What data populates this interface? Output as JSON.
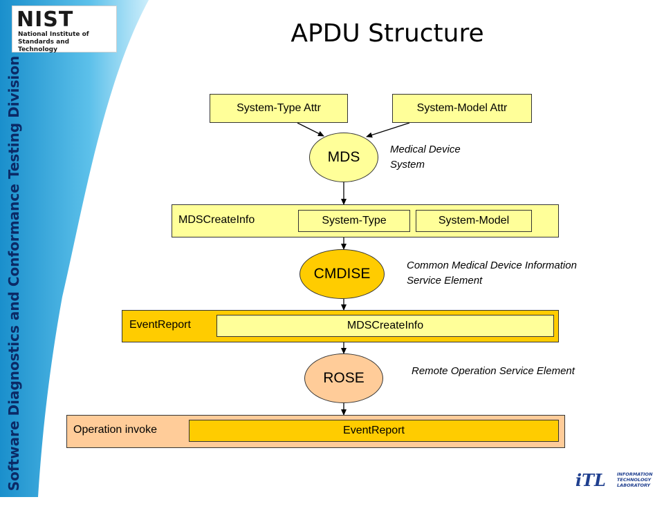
{
  "sidebar": {
    "title": "Software Diagnostics and Conformance Testing Division"
  },
  "logo": {
    "nist": "NIST",
    "nist_subtitle": "National Institute of Standards and Technology",
    "itl_mark": "iTL",
    "itl_words": "INFORMATION TECHNOLOGY LABORATORY"
  },
  "title": "APDU Structure",
  "diagram": {
    "system_type_attr": "System-Type Attr",
    "system_model_attr": "System-Model Attr",
    "mds": "MDS",
    "mds_note": "Medical Device System",
    "mds_create_info_label": "MDSCreateInfo",
    "system_type": "System-Type",
    "system_model": "System-Model",
    "cmdise": "CMDISE",
    "cmdise_note": "Common Medical Device Information Service Element",
    "event_report_label": "EventReport",
    "event_report_inner": "MDSCreateInfo",
    "rose": "ROSE",
    "rose_note": "Remote Operation Service Element",
    "operation_invoke_label": "Operation invoke",
    "operation_invoke_inner": "EventReport"
  },
  "colors": {
    "navy": "#0b2a66",
    "yellow": "#ffff99",
    "gold": "#ffcc00",
    "peach": "#ffcc99"
  }
}
